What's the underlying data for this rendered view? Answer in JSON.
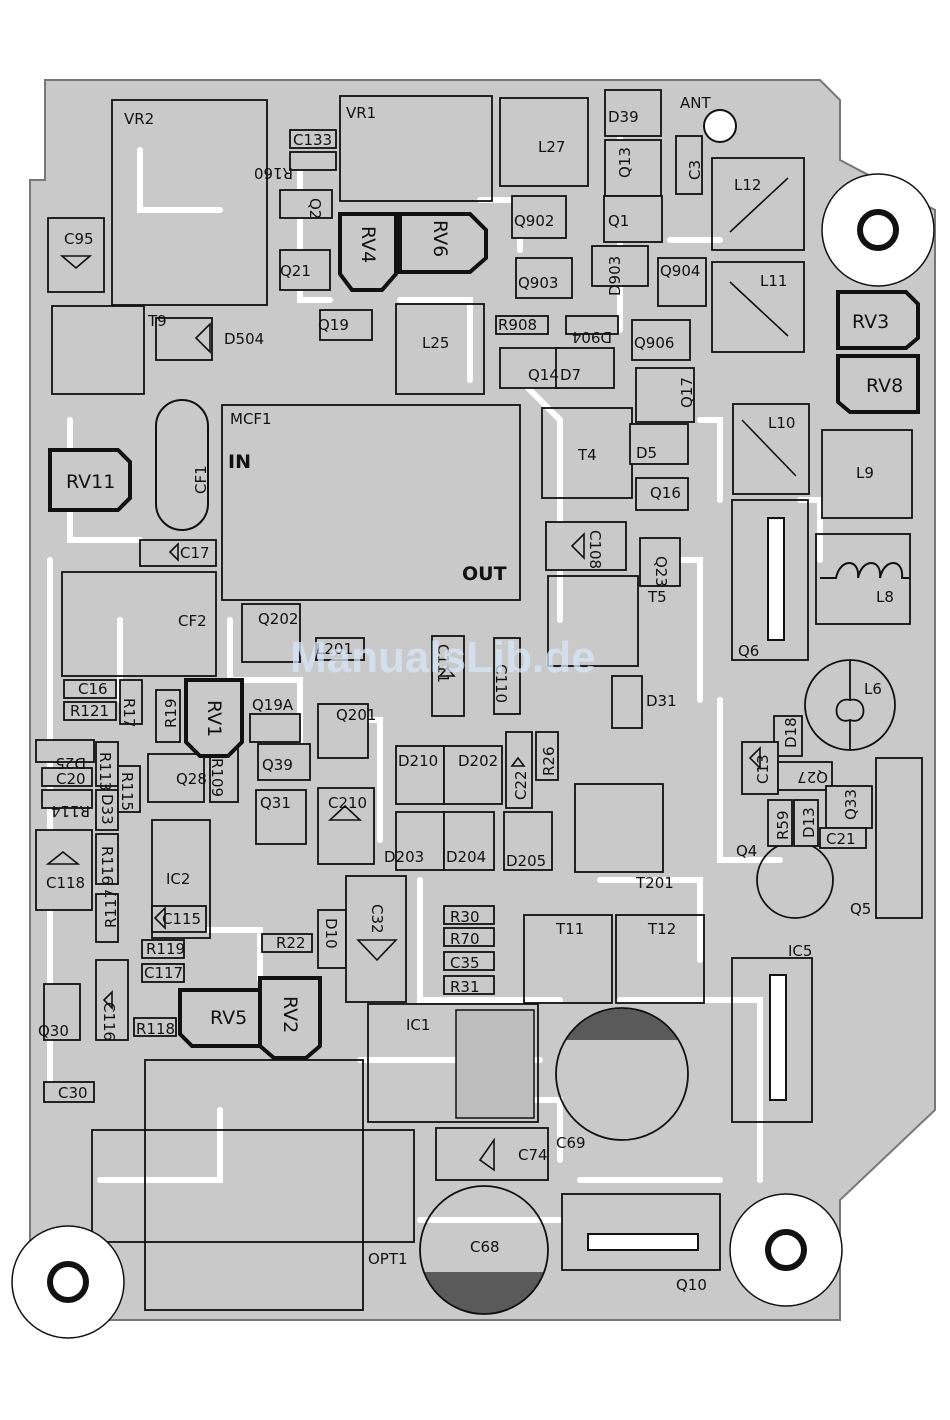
{
  "board": {
    "colors": {
      "board": "#c9c9c9",
      "ink": "#111111",
      "trace": "#ffffff",
      "watermark": "#d6e6f7"
    }
  },
  "labels": {
    "vr2": "VR2",
    "vr1": "VR1",
    "c133": "C133",
    "r160": "R160",
    "l27": "L27",
    "d39": "D39",
    "ant": "ANT",
    "q13": "Q13",
    "c3": "C3",
    "l12": "L12",
    "q2": "Q2",
    "q902": "Q902",
    "q1": "Q1",
    "c95": "C95",
    "q21": "Q21",
    "q903": "Q903",
    "d903": "D903",
    "q904": "Q904",
    "l11": "L11",
    "t9": "T9",
    "d504": "D504",
    "q19": "Q19",
    "l25": "L25",
    "r908": "R908",
    "d904": "D904",
    "q906": "Q906",
    "q14": "Q14",
    "d7": "D7",
    "q17": "Q17",
    "mcf1": "MCF1",
    "in": "IN",
    "cf1": "CF1",
    "t4": "T4",
    "l10": "L10",
    "d5": "D5",
    "l9": "L9",
    "q16": "Q16",
    "c17": "C17",
    "c108": "C108",
    "out": "OUT",
    "q23": "Q23",
    "t5": "T5",
    "cf2": "CF2",
    "l8": "L8",
    "q202": "Q202",
    "l201": "L201",
    "c111": "C111",
    "c110": "C110",
    "q6": "Q6",
    "c16": "C16",
    "r17": "R17",
    "r121": "R121",
    "r19": "R19",
    "q19a": "Q19A",
    "q201": "Q201",
    "d31": "D31",
    "l6": "L6",
    "d18": "D18",
    "d25": "D25",
    "r113": "R113",
    "r109": "R109",
    "q28": "Q28",
    "q39": "Q39",
    "d210": "D210",
    "d202": "D202",
    "r26": "R26",
    "c22": "C22",
    "c13": "C13",
    "q27": "Q27",
    "c20": "C20",
    "r114": "R114",
    "d33": "D33",
    "r115": "R115",
    "q31": "Q31",
    "c210": "C210",
    "r59": "R59",
    "d13": "D13",
    "q33": "Q33",
    "c21": "C21",
    "c118": "C118",
    "r116": "R116",
    "ic2": "IC2",
    "d203": "D203",
    "d204": "D204",
    "d205": "D205",
    "t201": "T201",
    "q4": "Q4",
    "r117": "R117",
    "c115": "C115",
    "d10": "D10",
    "c32": "C32",
    "r30": "R30",
    "t11": "T11",
    "t12": "T12",
    "q5": "Q5",
    "r119": "R119",
    "r22": "R22",
    "r70": "R70",
    "c117": "C117",
    "c35": "C35",
    "ic5": "IC5",
    "r31": "R31",
    "q30": "Q30",
    "c116": "C116",
    "r118": "R118",
    "ic1": "IC1",
    "c30": "C30",
    "c74": "C74",
    "c69": "C69",
    "c68": "C68",
    "opt1": "OPT1",
    "q10": "Q10"
  },
  "adjusters": {
    "rv4": "RV4",
    "rv6": "RV6",
    "rv3": "RV3",
    "rv8": "RV8",
    "rv11": "RV11",
    "rv1": "RV1",
    "rv5": "RV5",
    "rv2": "RV2"
  },
  "watermark": {
    "text": "ManualsLib.de"
  }
}
